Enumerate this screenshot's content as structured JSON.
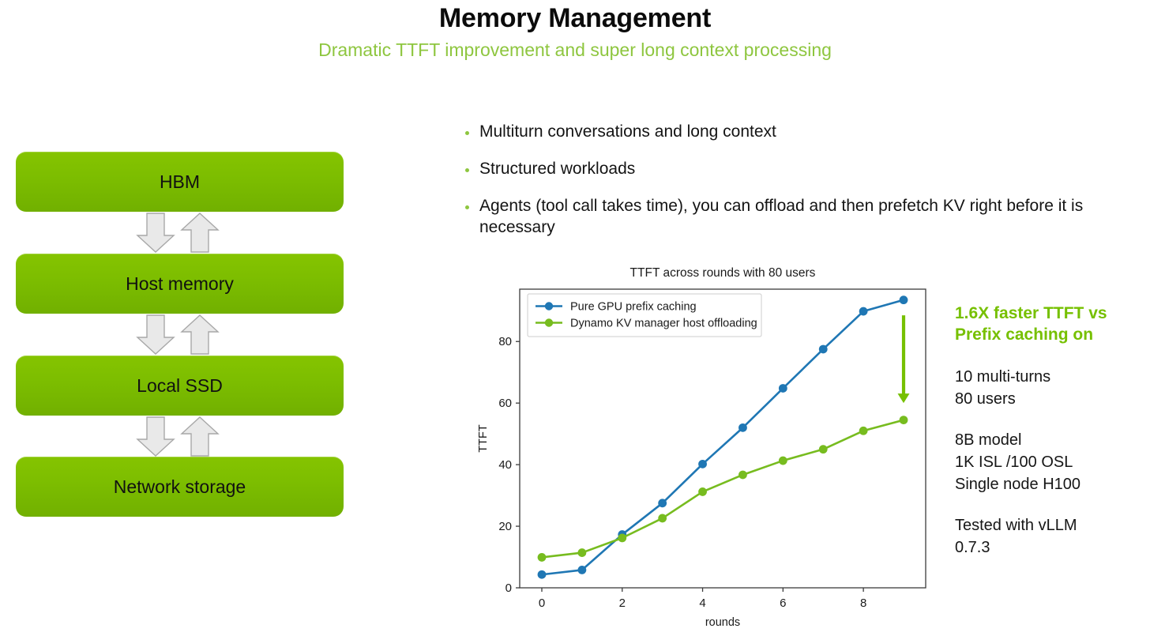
{
  "header": {
    "title": "Memory Management",
    "subtitle": "Dramatic TTFT improvement and super long context processing",
    "subtitle_color": "#8ec63f"
  },
  "hierarchy": {
    "boxes": [
      {
        "label": "HBM"
      },
      {
        "label": "Host memory"
      },
      {
        "label": "Local SSD"
      },
      {
        "label": "Network storage"
      }
    ],
    "box_color": "#7cbd00",
    "arrow_fill": "#e8e8e8",
    "arrow_stroke": "#a6a6a6",
    "arrow_pairs": [
      {
        "down_icon": "arrow-down-icon",
        "up_icon": "arrow-up-icon"
      },
      {
        "down_icon": "arrow-down-icon",
        "up_icon": "arrow-up-icon"
      },
      {
        "down_icon": "arrow-down-icon",
        "up_icon": "arrow-up-icon"
      }
    ]
  },
  "bullets": [
    "Multiturn conversations and long context",
    "Structured workloads",
    "Agents (tool call takes time), you can offload and then prefetch KV right before it is necessary"
  ],
  "notes": {
    "highlight": "1.6X faster TTFT vs Prefix caching on",
    "highlight_color": "#76c000",
    "groups": [
      [
        "10 multi-turns",
        "80 users"
      ],
      [
        "8B model",
        "1K ISL /100 OSL",
        "Single node H100"
      ],
      [
        "Tested with vLLM",
        "0.7.3"
      ]
    ]
  },
  "chart_data": {
    "type": "line",
    "title": "TTFT across rounds with 80 users",
    "xlabel": "rounds",
    "ylabel": "TTFT",
    "x": [
      0,
      1,
      2,
      3,
      4,
      5,
      6,
      7,
      8,
      9
    ],
    "xticks": [
      0,
      2,
      4,
      6,
      8
    ],
    "yticks": [
      0,
      20,
      40,
      60,
      80
    ],
    "xlim": [
      -0.55,
      9.55
    ],
    "ylim": [
      0,
      97
    ],
    "grid": false,
    "legend_position": "upper left",
    "series": [
      {
        "name": "Pure GPU prefix caching",
        "color": "#1f77b4",
        "values": [
          4.3,
          5.8,
          17.3,
          27.5,
          40.2,
          52.0,
          64.8,
          77.5,
          89.8,
          93.5
        ]
      },
      {
        "name": "Dynamo KV manager host offloading",
        "color": "#77bc1f",
        "values": [
          9.9,
          11.4,
          16.2,
          22.6,
          31.2,
          36.7,
          41.3,
          45.0,
          51.0,
          54.5
        ]
      }
    ],
    "annotations": [
      {
        "type": "arrow",
        "icon": "down-arrow-annotation",
        "color": "#76c000",
        "x": 9.0,
        "y_from": 88.5,
        "y_to": 60.0
      }
    ]
  }
}
